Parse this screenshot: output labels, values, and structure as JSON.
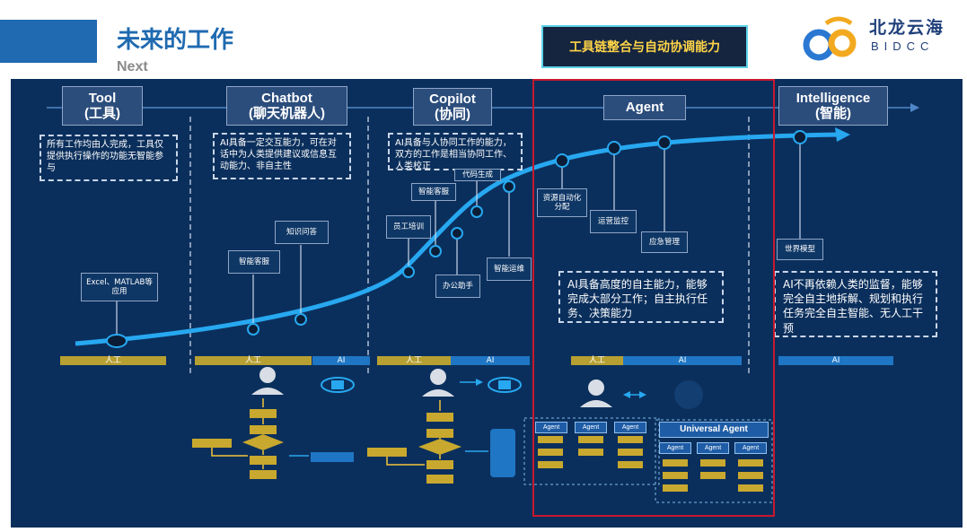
{
  "header": {
    "title": "未来的工作",
    "subtitle": "Next",
    "highlight": "工具链整合与自动协调能力",
    "logo_cn": "北龙云海",
    "logo_en": "BIDCC"
  },
  "colors": {
    "title_blue": "#1f6ab0",
    "panel_bg": "#0b2f5c",
    "curve": "#27a8f0",
    "human_band": "#b7a032",
    "ai_band": "#1f76c4",
    "highlight_text": "#ffd447",
    "red_frame": "#c8182e"
  },
  "stages": [
    {
      "name": "Tool",
      "cn": "(工具)"
    },
    {
      "name": "Chatbot",
      "cn": "(聊天机器人)"
    },
    {
      "name": "Copilot",
      "cn": "(协同)"
    },
    {
      "name": "Agent",
      "cn": ""
    },
    {
      "name": "Intelligence",
      "cn": "(智能)"
    }
  ],
  "descriptions": {
    "tool": "所有工作均由人完成，工具仅提供执行操作的功能无智能参与",
    "chatbot": "AI具备一定交互能力，可在对话中为人类提供建议或信息互动能力、非自主性",
    "copilot": "AI具备与人协同工作的能力，双方的工作是相当协同工作、人类校正",
    "agent": "AI具备高度的自主能力，能够完成大部分工作；自主执行任务、决策能力",
    "intelligence": "AI不再依赖人类的监督，能够完全自主地拆解、规划和执行任务完全自主智能、无人工干预"
  },
  "nodes": {
    "excel": "Excel、MATLAB等应用",
    "cs_chatbot": "智能客服",
    "qa": "知识问答",
    "training": "员工培训",
    "cs_copilot": "智能客服",
    "codegen": "代码生成",
    "office": "办公助手",
    "ops": "智能运维",
    "resource": "资源自动化分配",
    "monitor": "运营监控",
    "emergency": "应急管理",
    "world": "世界模型"
  },
  "bands": {
    "human": "人工",
    "ai": "AI"
  },
  "agents": {
    "tag": "Agent",
    "universal": "Universal Agent"
  }
}
